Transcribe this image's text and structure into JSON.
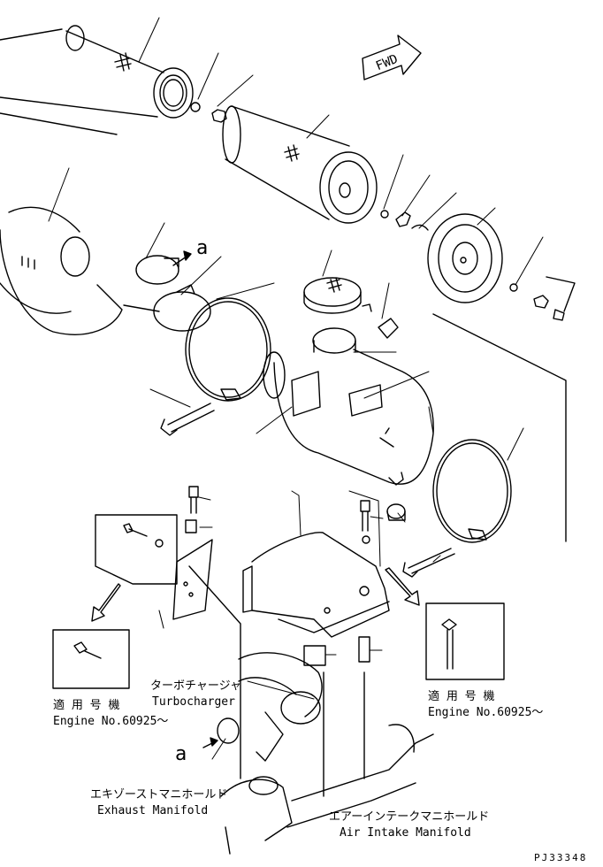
{
  "direction_arrow": {
    "text": "FWD"
  },
  "callout_a": {
    "text": "a"
  },
  "labels": {
    "turbo_jp": "ターボチャージャ",
    "turbo_en": "Turbocharger",
    "exhaust_jp": "エキゾーストマニホールド",
    "exhaust_en": "Exhaust Manifold",
    "intake_jp": "エアーインテークマニホールド",
    "intake_en": "Air Intake Manifold"
  },
  "applicability_left": {
    "jp": "適 用 号 機",
    "en": "Engine No.60925～"
  },
  "applicability_right": {
    "jp": "適 用 号 機",
    "en": "Engine No.60925～"
  },
  "drawing_code": "PJ33348"
}
